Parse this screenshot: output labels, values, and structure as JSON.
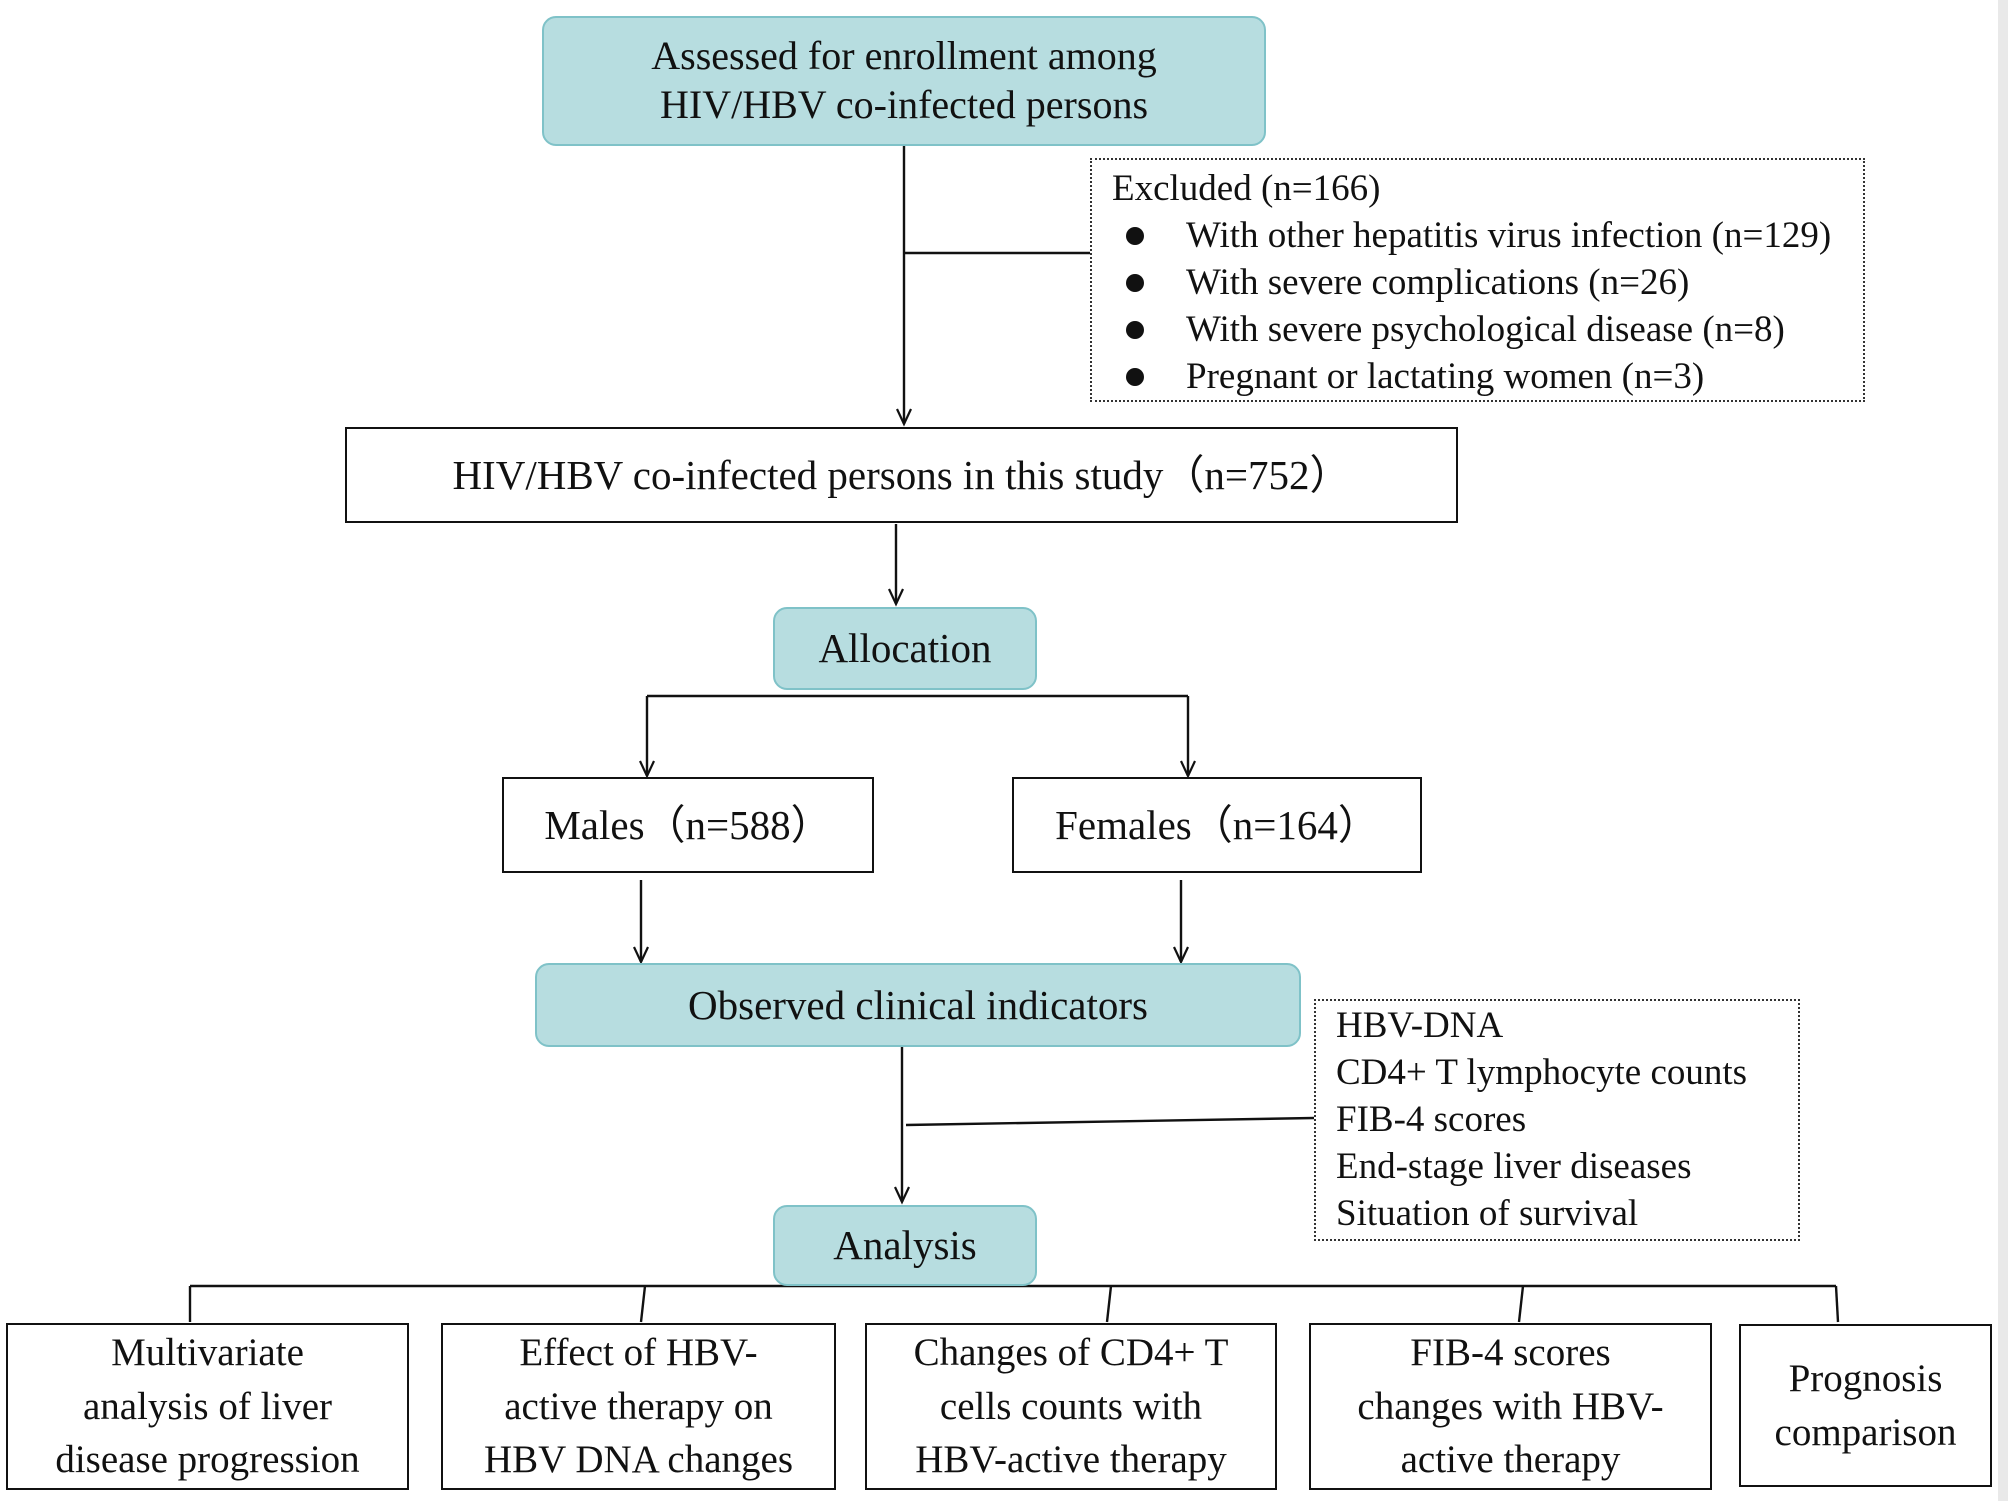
{
  "enrollment": {
    "line1": "Assessed for enrollment among",
    "line2": "HIV/HBV co-infected persons"
  },
  "excluded": {
    "title": "Excluded (n=166)",
    "items": [
      "With other hepatitis virus infection (n=129)",
      "With severe complications (n=26)",
      "With severe psychological disease (n=8)",
      "Pregnant or lactating women (n=3)"
    ]
  },
  "study": {
    "label": "HIV/HBV co-infected persons in this study（n=752）"
  },
  "allocation": {
    "label": "Allocation"
  },
  "males": {
    "label": "Males（n=588）"
  },
  "females": {
    "label": "Females（n=164）"
  },
  "observed": {
    "label": "Observed clinical indicators"
  },
  "indicators": {
    "items": [
      "HBV-DNA",
      "CD4+ T lymphocyte counts",
      "FIB-4 scores",
      "End-stage liver diseases",
      "Situation of survival"
    ]
  },
  "analysis": {
    "label": "Analysis"
  },
  "outcomes": [
    {
      "lines": [
        "Multivariate",
        "analysis of liver",
        "disease progression"
      ]
    },
    {
      "lines": [
        "Effect of HBV-",
        "active therapy on",
        "HBV DNA changes"
      ]
    },
    {
      "lines": [
        "Changes of CD4+ T",
        "cells counts with",
        "HBV-active therapy"
      ]
    },
    {
      "lines": [
        "FIB-4 scores",
        "changes with HBV-",
        "active therapy"
      ]
    },
    {
      "lines": [
        "Prognosis",
        "comparison"
      ]
    }
  ],
  "colors": {
    "teal_fill": "#b7dde0",
    "teal_border": "#7fc2c8",
    "line": "#111111"
  }
}
